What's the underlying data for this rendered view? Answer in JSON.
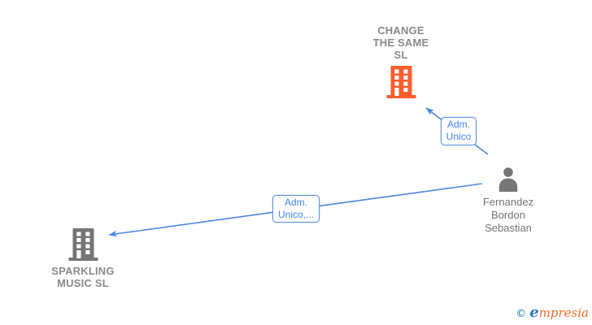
{
  "nodes": {
    "company_top": {
      "name": "CHANGE THE SAME SL",
      "line1": "CHANGE",
      "line2": "THE SAME",
      "line3": "SL",
      "type": "company",
      "icon": "building-icon",
      "icon_color": "#fb5d2d"
    },
    "person": {
      "name": "Fernandez Bordon Sebastian",
      "line1": "Fernandez",
      "line2": "Bordon",
      "line3": "Sebastian",
      "type": "person",
      "icon": "person-icon",
      "icon_color": "#757575"
    },
    "company_left": {
      "name": "SPARKLING MUSIC SL",
      "line1": "SPARKLING",
      "line2": "MUSIC SL",
      "type": "company",
      "icon": "building-icon",
      "icon_color": "#757575"
    }
  },
  "edges": {
    "person_to_company_top": {
      "from": "Fernandez Bordon Sebastian",
      "to": "CHANGE THE SAME SL",
      "relation": "Adm. Unico",
      "line1": "Adm.",
      "line2": "Unico"
    },
    "person_to_company_left": {
      "from": "Fernandez Bordon Sebastian",
      "to": "SPARKLING MUSIC SL",
      "relation": "Adm. Unico,...",
      "line1": "Adm.",
      "line2": "Unico,..."
    }
  },
  "watermark": {
    "symbol": "©",
    "brand": "empresia",
    "brand_first_letter": "e",
    "brand_rest": "mpresia"
  },
  "colors": {
    "highlight_company": "#fb5d2d",
    "neutral_gray": "#757575",
    "company_text": "#8a8a8a",
    "edge_blue": "#4c86e2",
    "edge_label_text": "#4285f4",
    "edge_label_border": "#5b93e8",
    "watermark_copyright": "#1a7f93",
    "watermark_first_letter": "#2c7bbf",
    "watermark_rest": "#e96c27"
  }
}
